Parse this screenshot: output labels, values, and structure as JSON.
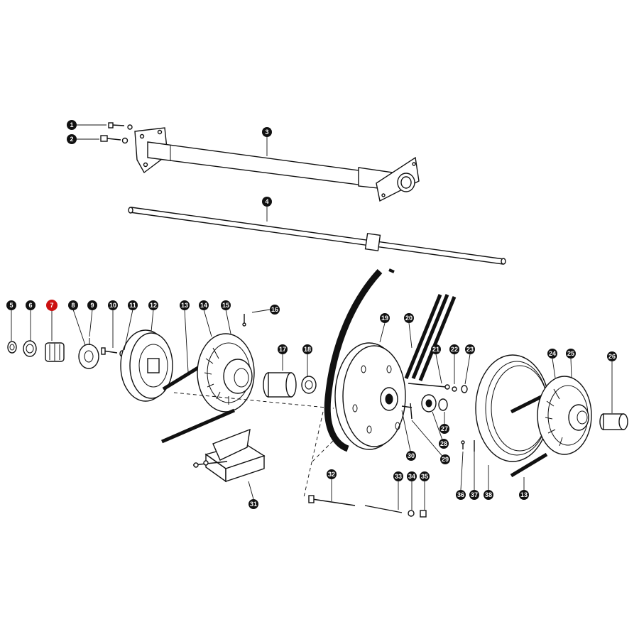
{
  "colors": {
    "callout": "#111111",
    "highlight": "#cc1111",
    "line": "#111111",
    "background": "#ffffff"
  },
  "highlighted_callout": "7",
  "callouts": [
    {
      "id": "c1",
      "label": "1"
    },
    {
      "id": "c2",
      "label": "2"
    },
    {
      "id": "c3",
      "label": "3"
    },
    {
      "id": "c4",
      "label": "4"
    },
    {
      "id": "c5",
      "label": "5"
    },
    {
      "id": "c6",
      "label": "6"
    },
    {
      "id": "c7",
      "label": "7"
    },
    {
      "id": "c8",
      "label": "8"
    },
    {
      "id": "c9",
      "label": "9"
    },
    {
      "id": "c10",
      "label": "10"
    },
    {
      "id": "c11",
      "label": "11"
    },
    {
      "id": "c12",
      "label": "12"
    },
    {
      "id": "c13a",
      "label": "13"
    },
    {
      "id": "c14",
      "label": "14"
    },
    {
      "id": "c15",
      "label": "15"
    },
    {
      "id": "c16",
      "label": "16"
    },
    {
      "id": "c17",
      "label": "17"
    },
    {
      "id": "c18",
      "label": "18"
    },
    {
      "id": "c19",
      "label": "19"
    },
    {
      "id": "c20",
      "label": "20"
    },
    {
      "id": "c21",
      "label": "21"
    },
    {
      "id": "c22",
      "label": "22"
    },
    {
      "id": "c23",
      "label": "23"
    },
    {
      "id": "c24",
      "label": "24"
    },
    {
      "id": "c25",
      "label": "25"
    },
    {
      "id": "c26",
      "label": "26"
    },
    {
      "id": "c27",
      "label": "27"
    },
    {
      "id": "c28",
      "label": "28"
    },
    {
      "id": "c29",
      "label": "29"
    },
    {
      "id": "c30",
      "label": "30"
    },
    {
      "id": "c31",
      "label": "31"
    },
    {
      "id": "c32",
      "label": "32"
    },
    {
      "id": "c33",
      "label": "33"
    },
    {
      "id": "c34",
      "label": "34"
    },
    {
      "id": "c35",
      "label": "35"
    },
    {
      "id": "c36",
      "label": "36"
    },
    {
      "id": "c37",
      "label": "37"
    },
    {
      "id": "c38",
      "label": "38"
    },
    {
      "id": "c13b",
      "label": "13"
    }
  ]
}
